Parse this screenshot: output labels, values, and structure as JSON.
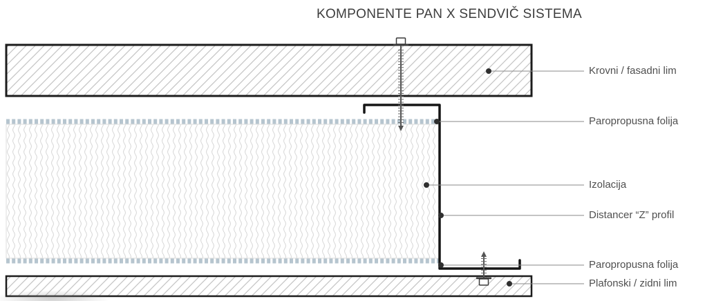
{
  "title": "KOMPONENTE PAN X SENDVIČ SISTEMA",
  "labels": [
    {
      "text": "Krovni / fasadni lim"
    },
    {
      "text": "Paropropusna folija"
    },
    {
      "text": "Izolacija"
    },
    {
      "text": "Distancer “Z” profil"
    },
    {
      "text": "Paropropusna folija"
    },
    {
      "text": "Plafonski / zidni lim"
    }
  ],
  "colors": {
    "outline": "#1c1c1c",
    "hatch": "#c4c4c4",
    "foil": "#b6c5cf",
    "insulation_texture": "#d2d2d2",
    "leader_line": "#8a8a8a",
    "leader_dot": "#2f2f2f",
    "label_text": "#4f4f4f",
    "title_text": "#3d3d3d"
  }
}
